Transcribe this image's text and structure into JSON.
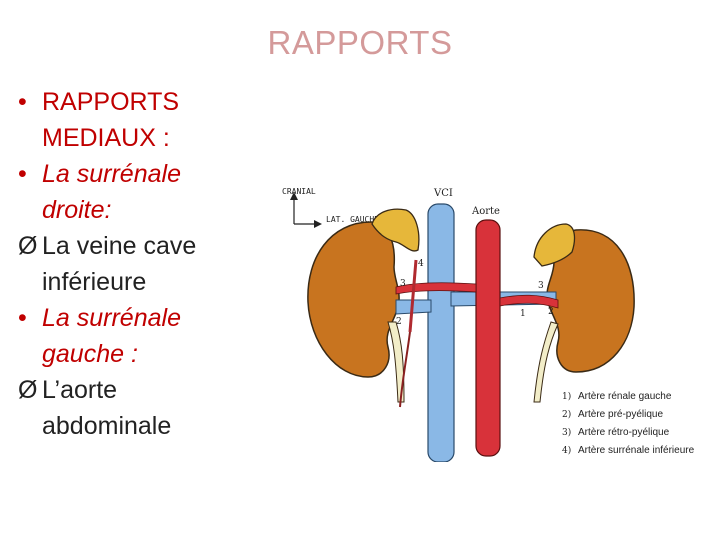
{
  "title": "RAPPORTS",
  "bullets": [
    {
      "marker": "•",
      "text": "RAPPORTS MEDIAUX :"
    },
    {
      "marker": "•",
      "text": "La surrénale droite:"
    },
    {
      "marker": "Ø",
      "text": "La veine cave inférieure"
    },
    {
      "marker": "•",
      "text": "La surrénale gauche :"
    },
    {
      "marker": "Ø",
      "text": "L’aorte abdominale"
    }
  ],
  "figure": {
    "cranial": "CRANIAL",
    "lat_gauche": "LAT. GAUCHE",
    "vci": "VCI",
    "aorte": "Aorte",
    "numbers": [
      "1",
      "2",
      "3",
      "4"
    ]
  },
  "legend": [
    {
      "num": "1)",
      "text": "Artère rénale gauche"
    },
    {
      "num": "2)",
      "text": "Artère pré-pyélique"
    },
    {
      "num": "3)",
      "text": "Artère rétro-pyélique"
    },
    {
      "num": "4)",
      "text": "Artère surrénale inférieure"
    }
  ]
}
